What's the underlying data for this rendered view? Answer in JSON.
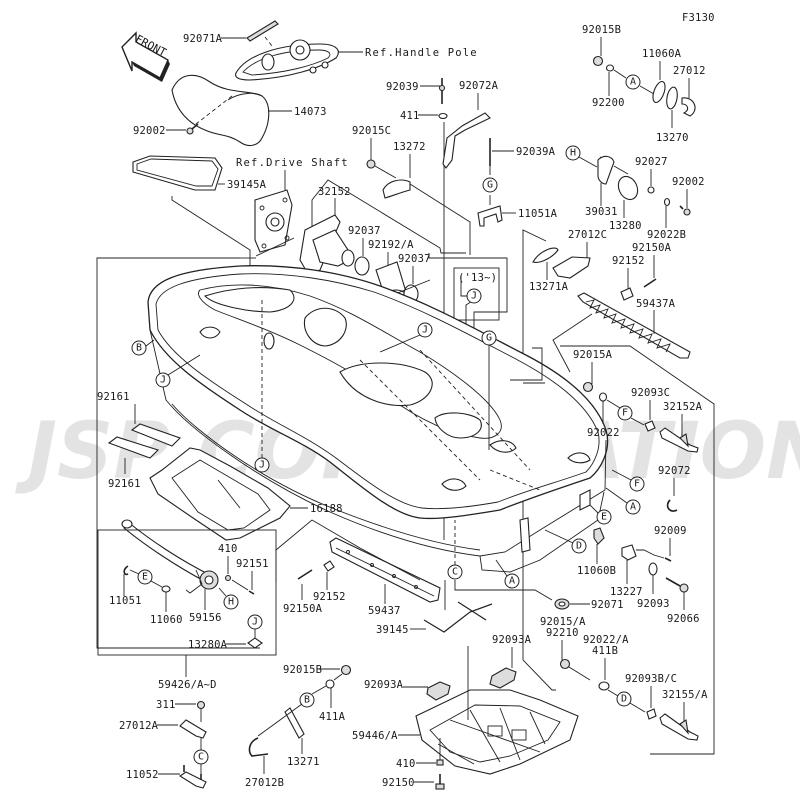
{
  "diagram": {
    "figure_code": "F3130",
    "watermark": "JSP CORPORATION",
    "front_label": "FRONT",
    "references": {
      "handle_pole": "Ref.Handle Pole",
      "drive_shaft": "Ref.Drive Shaft",
      "year_note": "('13~)"
    },
    "parts": {
      "p92071A": "92071A",
      "p14073": "14073",
      "p92002_left": "92002",
      "p39145A": "39145A",
      "p92015B_top": "92015B",
      "p92200": "92200",
      "p11060A": "11060A",
      "p27012": "27012",
      "p13270": "13270",
      "p92039": "92039",
      "p92072A": "92072A",
      "p411": "411",
      "p92015C": "92015C",
      "p13272": "13272",
      "p92039A": "92039A",
      "p11051A": "11051A",
      "p92027": "92027",
      "p92002_right": "92002",
      "p39031": "39031",
      "p13280": "13280",
      "p92022B": "92022B",
      "p27012C": "27012C",
      "p92150A_top": "92150A",
      "p92152_top": "92152",
      "p13271A": "13271A",
      "p59437A": "59437A",
      "p32152": "32152",
      "p92037_a": "92037",
      "p92192A": "92192/A",
      "p92037_b": "92037",
      "p92015A": "92015A",
      "p92093C": "92093C",
      "p32152A": "32152A",
      "p92022": "92022",
      "p92072": "92072",
      "p92009": "92009",
      "p11060B": "11060B",
      "p13227": "13227",
      "p92093": "92093",
      "p92066": "92066",
      "p92071": "92071",
      "p92161_a": "92161",
      "p92161_b": "92161",
      "p16188": "16188",
      "p410_left": "410",
      "p92151": "92151",
      "p11051": "11051",
      "p11060": "11060",
      "p59156": "59156",
      "p13280A": "13280A",
      "p59426": "59426/A~D",
      "p92150A_mid": "92150A",
      "p92152_mid": "92152",
      "p59437": "59437",
      "p39145": "39145",
      "p92015A_slash": "92015/A",
      "p92210": "92210",
      "p92022A": "92022/A",
      "p411B": "411B",
      "p92093BC": "92093B/C",
      "p32155A": "32155/A",
      "p92093A_right": "92093A",
      "p92093A_left": "92093A",
      "p59446A": "59446/A",
      "p410_bottom": "410",
      "p92150": "92150",
      "p92015B_bottom": "92015B",
      "p411A": "411A",
      "p13271": "13271",
      "p27012B": "27012B",
      "p311": "311",
      "p27012A": "27012A",
      "p11052": "11052"
    },
    "callouts": [
      "A",
      "B",
      "C",
      "D",
      "E",
      "F",
      "G",
      "H",
      "J"
    ]
  }
}
